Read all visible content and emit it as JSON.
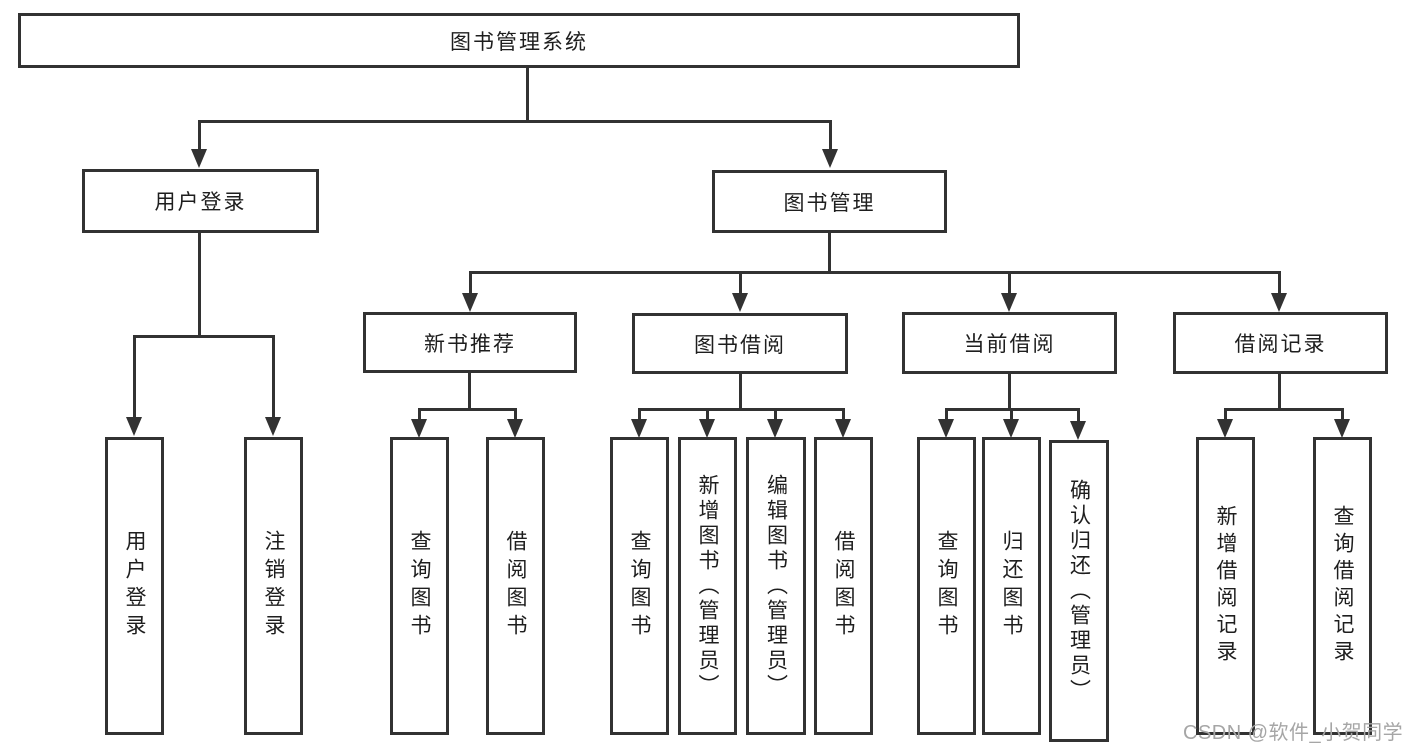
{
  "tree": {
    "root": "图书管理系统",
    "branches": [
      {
        "label": "用户登录",
        "children": [
          "用户登录",
          "注销登录"
        ]
      },
      {
        "label": "图书管理",
        "children": [
          {
            "label": "新书推荐",
            "children": [
              "查询图书",
              "借阅图书"
            ]
          },
          {
            "label": "图书借阅",
            "children": [
              "查询图书",
              "新增图书（管理员）",
              "编辑图书（管理员）",
              "借阅图书"
            ]
          },
          {
            "label": "当前借阅",
            "children": [
              "查询图书",
              "归还图书",
              "确认归还（管理员）"
            ]
          },
          {
            "label": "借阅记录",
            "children": [
              "新增借阅记录",
              "查询借阅记录"
            ]
          }
        ]
      }
    ]
  },
  "watermark": {
    "text": "CSDN @软件_小贺同学"
  },
  "colors": {
    "line": "#323232",
    "border": "#323232",
    "text": "#1e1e1e",
    "watermark": "#a6a6a6",
    "background": "#ffffff"
  }
}
